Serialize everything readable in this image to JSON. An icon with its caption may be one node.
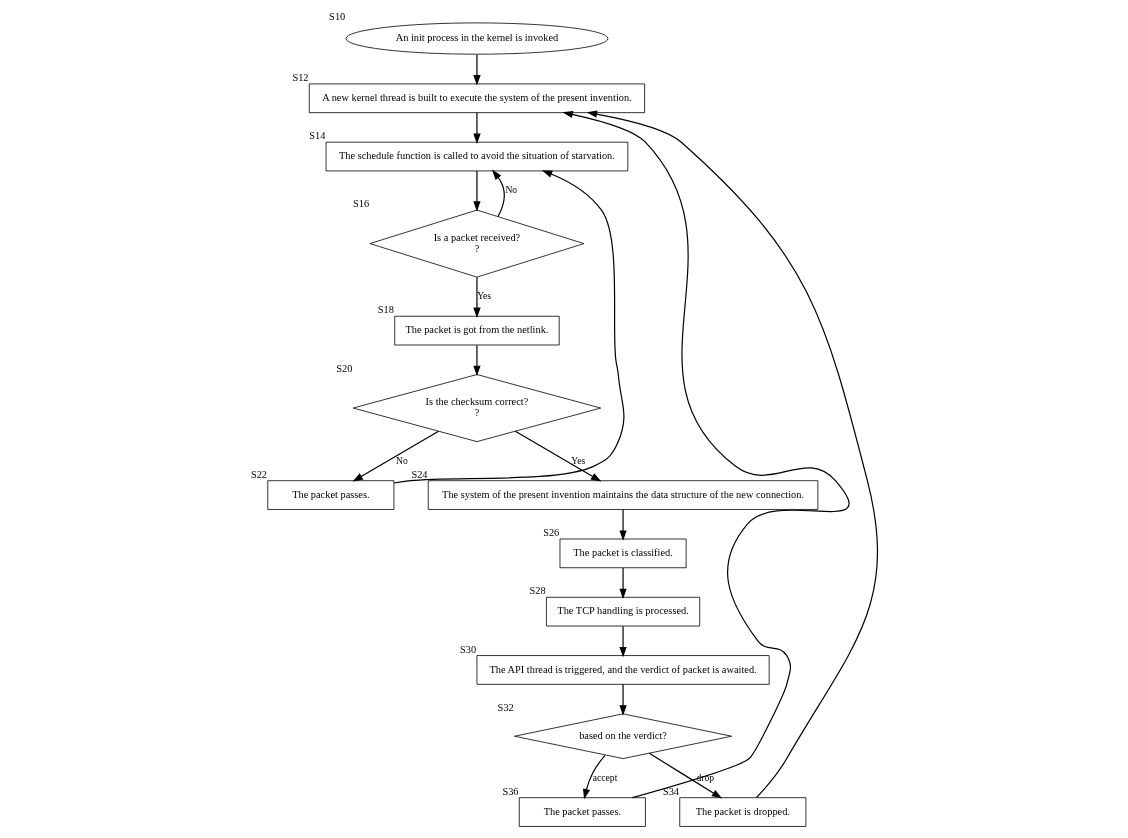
{
  "diagram": {
    "nodes": [
      {
        "text": [
          "An init process in the kernel is invoked"
        ],
        "beside": [
          "S10"
        ]
      },
      {
        "text": [
          "A new kernel thread is built to execute the system of the present invention."
        ],
        "beside": [
          "S12"
        ]
      },
      {
        "text": [
          "The schedule function is called to avoid the situation of starvation."
        ],
        "beside": [
          "S14"
        ]
      },
      {
        "text": [
          "Is a packet received?",
          "?"
        ],
        "beside": [
          "S16"
        ]
      },
      {
        "text": [
          "The packet is got from the netlink."
        ],
        "beside": [
          "S18"
        ]
      },
      {
        "text": [
          "Is the checksum correct?",
          "?"
        ],
        "beside": [
          "S20"
        ]
      },
      {
        "text": [
          "The packet passes."
        ],
        "beside": [
          "S22"
        ]
      },
      {
        "text": [
          "The system of the present invention maintains the data structure of the new connection."
        ],
        "beside": [
          "S24"
        ]
      },
      {
        "text": [
          "The packet is classified."
        ],
        "beside": [
          "S26"
        ]
      },
      {
        "text": [
          "The TCP handling is processed."
        ],
        "beside": [
          "S28"
        ]
      },
      {
        "text": [
          "The API thread is triggered, and the verdict of packet is awaited."
        ],
        "beside": [
          "S30"
        ]
      },
      {
        "text": [
          "based on the verdict?"
        ],
        "beside": [
          "S32"
        ]
      },
      {
        "text": [
          "The packet passes."
        ],
        "beside": [
          "S36"
        ]
      },
      {
        "text": [
          "The packet is dropped."
        ],
        "beside": [
          "S34"
        ]
      }
    ],
    "edges": [
      {
        "from": 0,
        "to": 1,
        "arrow": "to"
      },
      {
        "from": 1,
        "to": 2,
        "arrow": "to"
      },
      {
        "from": 2,
        "to": 3,
        "arrow": "to"
      },
      {
        "from": 3,
        "to": 2,
        "arrow": "to",
        "label": "No"
      },
      {
        "from": 3,
        "to": 4,
        "arrow": "to",
        "label": "Yes"
      },
      {
        "from": 4,
        "to": 5,
        "arrow": "to"
      },
      {
        "from": 5,
        "to": 6,
        "arrow": "to",
        "label": "No"
      },
      {
        "from": 5,
        "to": 7,
        "arrow": "to",
        "label": "Yes"
      },
      {
        "from": 6,
        "to": 2,
        "arrow": "to"
      },
      {
        "from": 7,
        "to": 8,
        "arrow": "to"
      },
      {
        "from": 8,
        "to": 9,
        "arrow": "to"
      },
      {
        "from": 9,
        "to": 10,
        "arrow": "to"
      },
      {
        "from": 10,
        "to": 11,
        "arrow": "to"
      },
      {
        "from": 11,
        "to": 12,
        "arrow": "to",
        "label": "accept"
      },
      {
        "from": 11,
        "to": 13,
        "arrow": "to",
        "label": "drop"
      },
      {
        "from": 12,
        "to": 1,
        "arrow": "to"
      },
      {
        "from": 13,
        "to": 1,
        "arrow": "to"
      }
    ]
  }
}
